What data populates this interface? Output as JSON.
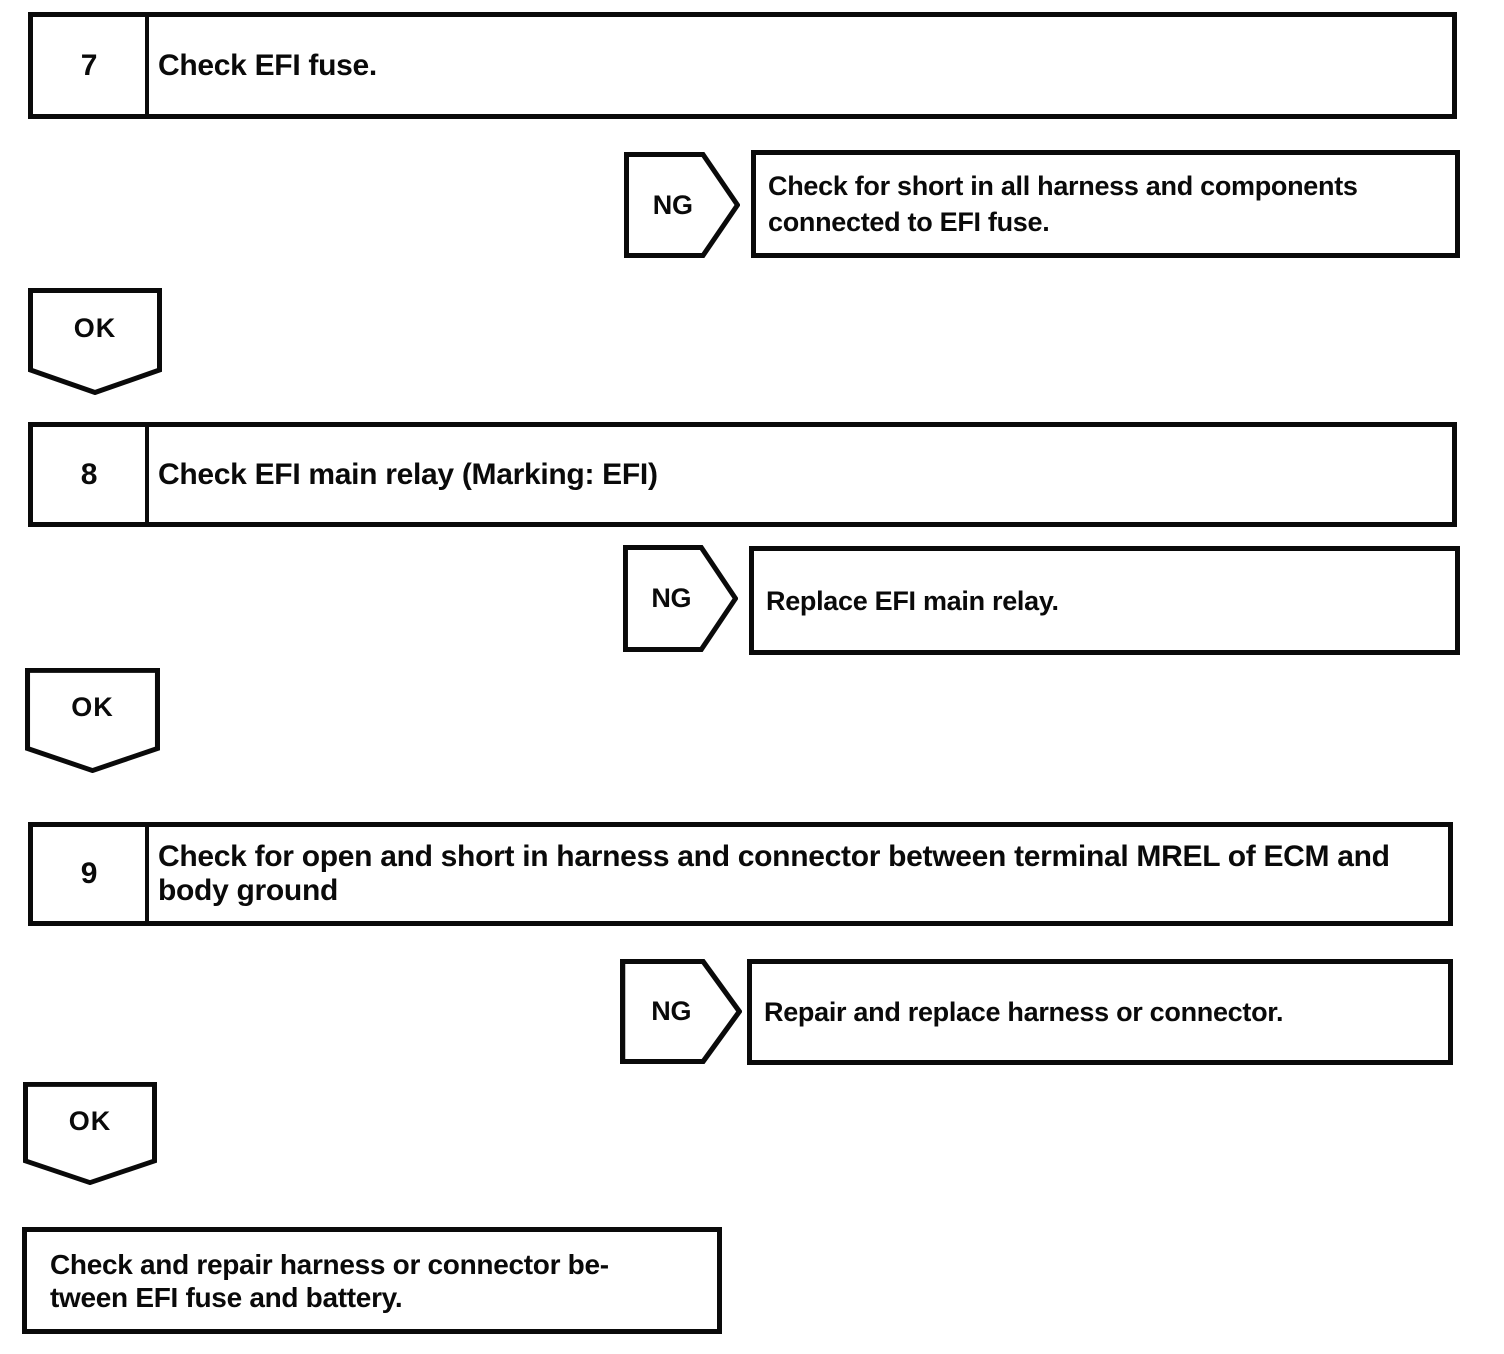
{
  "flowchart": {
    "steps": [
      {
        "number": "7",
        "title": "Check EFI fuse.",
        "ng_label": "NG",
        "ng_action": "Check for short in all harness and components connected to EFI fuse.",
        "ok_label": "OK"
      },
      {
        "number": "8",
        "title": "Check EFI main relay (Marking: EFI)",
        "ng_label": "NG",
        "ng_action": "Replace EFI main relay.",
        "ok_label": "OK"
      },
      {
        "number": "9",
        "title": "Check for open and short in harness and connector between terminal MREL of ECM and body ground",
        "ng_label": "NG",
        "ng_action": "Repair and replace harness or connector.",
        "ok_label": "OK"
      }
    ],
    "final": {
      "lines": [
        "Check and repair harness or connector be-",
        "tween EFI fuse and battery."
      ]
    }
  }
}
